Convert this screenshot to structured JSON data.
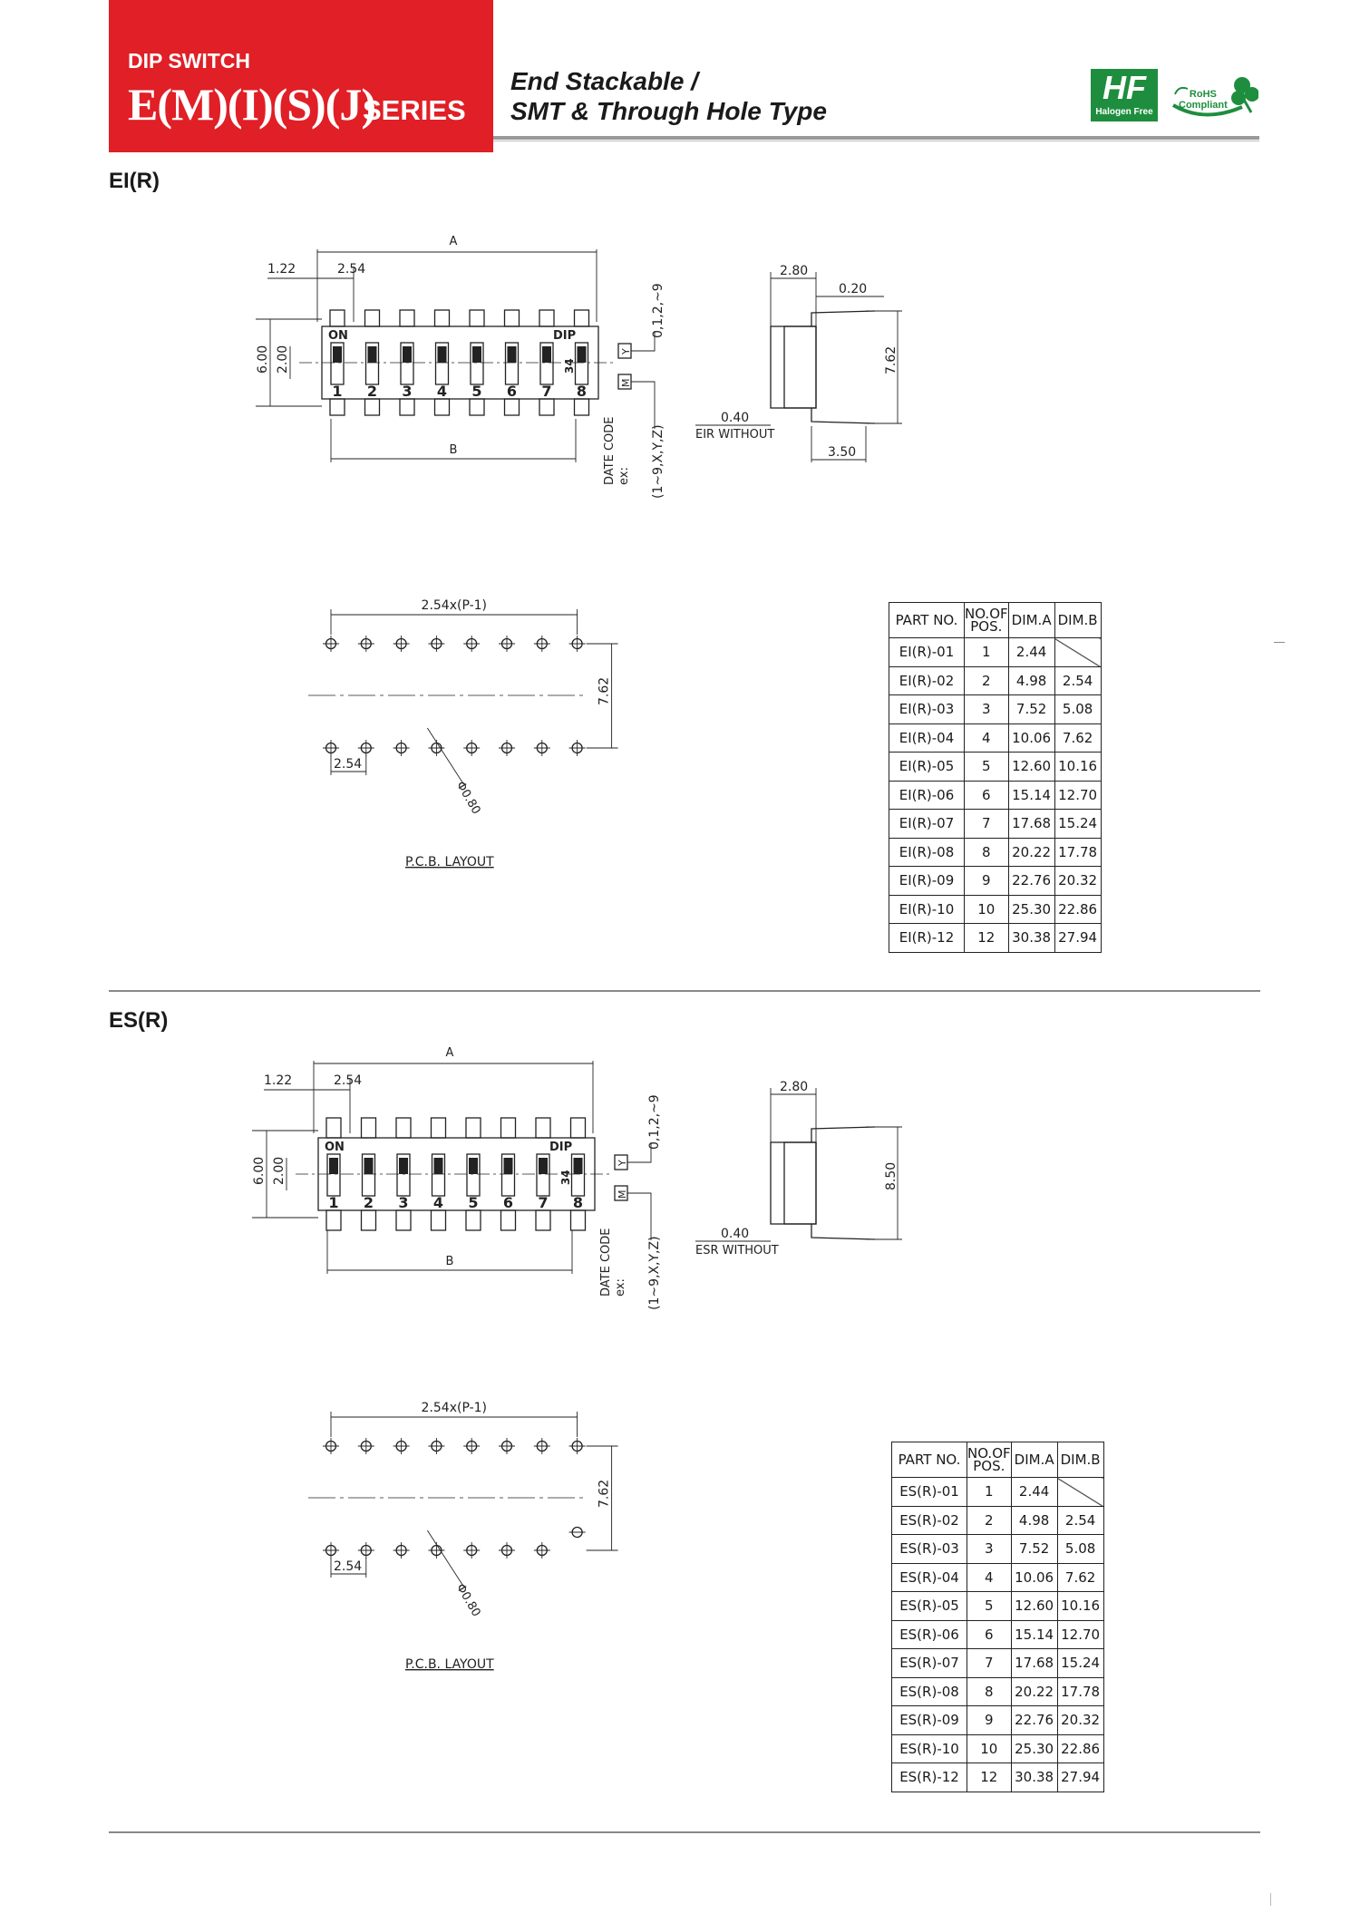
{
  "header": {
    "category": "DIP SWITCH",
    "series_code": "E(M)(I)(S)(J)",
    "series_word": "SERIES",
    "desc_line1": "End Stackable /",
    "desc_line2": "SMT & Through Hole Type",
    "logo_halogen_mark": "HF",
    "logo_halogen_text": "Halogen Free",
    "logo_rohs_line1": "RoHS",
    "logo_rohs_line2": "Compliant"
  },
  "sections": [
    {
      "title": "EI(R)",
      "drawing": {
        "dim_a": "A",
        "dim_b": "B",
        "dim_122": "1.22",
        "dim_254": "2.54",
        "dim_600": "6.00",
        "dim_200": "2.00",
        "on": "ON",
        "dip": "DIP",
        "switch_numbers": [
          "1",
          "2",
          "3",
          "4",
          "5",
          "6",
          "7",
          "8"
        ],
        "mark_34": "34",
        "code_y": "Y",
        "code_m": "M",
        "code_range1": "0,1,2,~9",
        "date_code": "DATE CODE",
        "ex": "ex:",
        "code_range2": "(1~9,X,Y,Z)"
      },
      "side": {
        "w": "2.80",
        "t": "0.20",
        "h": "7.62",
        "lead": "0.40",
        "without": "EIR WITHOUT",
        "bottom": "3.50"
      },
      "pcb": {
        "pitch": "2.54x(P-1)",
        "row": "7.62",
        "pin": "2.54",
        "hole": "Φ0.80",
        "label": "P.C.B. LAYOUT"
      },
      "table": {
        "headers": [
          "PART NO.",
          "NO.OF POS.",
          "DIM.A",
          "DIM.B"
        ],
        "rows": [
          [
            "EI(R)-01",
            "1",
            "2.44",
            ""
          ],
          [
            "EI(R)-02",
            "2",
            "4.98",
            "2.54"
          ],
          [
            "EI(R)-03",
            "3",
            "7.52",
            "5.08"
          ],
          [
            "EI(R)-04",
            "4",
            "10.06",
            "7.62"
          ],
          [
            "EI(R)-05",
            "5",
            "12.60",
            "10.16"
          ],
          [
            "EI(R)-06",
            "6",
            "15.14",
            "12.70"
          ],
          [
            "EI(R)-07",
            "7",
            "17.68",
            "15.24"
          ],
          [
            "EI(R)-08",
            "8",
            "20.22",
            "17.78"
          ],
          [
            "EI(R)-09",
            "9",
            "22.76",
            "20.32"
          ],
          [
            "EI(R)-10",
            "10",
            "25.30",
            "22.86"
          ],
          [
            "EI(R)-12",
            "12",
            "30.38",
            "27.94"
          ]
        ]
      }
    },
    {
      "title": "ES(R)",
      "drawing": {
        "dim_a": "A",
        "dim_b": "B",
        "dim_122": "1.22",
        "dim_254": "2.54",
        "dim_600": "6.00",
        "dim_200": "2.00",
        "on": "ON",
        "dip": "DIP",
        "switch_numbers": [
          "1",
          "2",
          "3",
          "4",
          "5",
          "6",
          "7",
          "8"
        ],
        "mark_34": "34",
        "code_y": "Y",
        "code_m": "M",
        "code_range1": "0,1,2,~9",
        "date_code": "DATE CODE",
        "ex": "ex:",
        "code_range2": "(1~9,X,Y,Z)"
      },
      "side": {
        "w": "2.80",
        "h": "8.50",
        "lead": "0.40",
        "without": "ESR WITHOUT"
      },
      "pcb": {
        "pitch": "2.54x(P-1)",
        "row": "7.62",
        "pin": "2.54",
        "hole": "Φ0.80",
        "label": "P.C.B. LAYOUT"
      },
      "table": {
        "headers": [
          "PART NO.",
          "NO.OF POS.",
          "DIM.A",
          "DIM.B"
        ],
        "rows": [
          [
            "ES(R)-01",
            "1",
            "2.44",
            ""
          ],
          [
            "ES(R)-02",
            "2",
            "4.98",
            "2.54"
          ],
          [
            "ES(R)-03",
            "3",
            "7.52",
            "5.08"
          ],
          [
            "ES(R)-04",
            "4",
            "10.06",
            "7.62"
          ],
          [
            "ES(R)-05",
            "5",
            "12.60",
            "10.16"
          ],
          [
            "ES(R)-06",
            "6",
            "15.14",
            "12.70"
          ],
          [
            "ES(R)-07",
            "7",
            "17.68",
            "15.24"
          ],
          [
            "ES(R)-08",
            "8",
            "20.22",
            "17.78"
          ],
          [
            "ES(R)-09",
            "9",
            "22.76",
            "20.32"
          ],
          [
            "ES(R)-10",
            "10",
            "25.30",
            "22.86"
          ],
          [
            "ES(R)-12",
            "12",
            "30.38",
            "27.94"
          ]
        ]
      }
    }
  ]
}
